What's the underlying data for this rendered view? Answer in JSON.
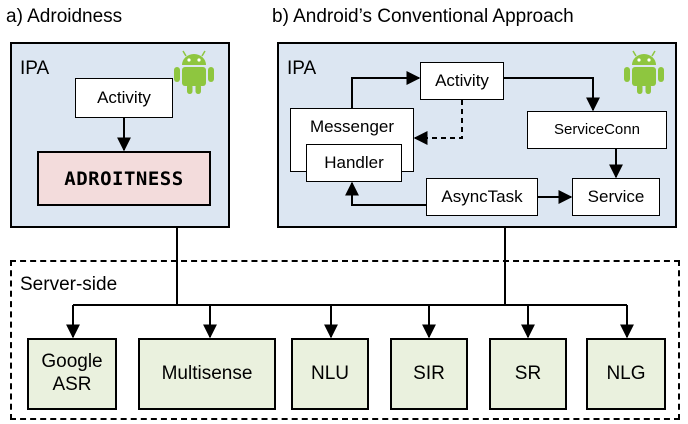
{
  "titles": {
    "a": "a) Adroidness",
    "b": "b) Android’s Conventional Approach"
  },
  "left_panel": {
    "label": "IPA",
    "activity": "Activity",
    "adroitness": "ADROITNESS",
    "icon": "android-robot-icon"
  },
  "right_panel": {
    "label": "IPA",
    "activity": "Activity",
    "messenger": "Messenger",
    "handler": "Handler",
    "service_conn": "ServiceConn",
    "async_task": "AsyncTask",
    "service": "Service",
    "icon": "android-robot-icon"
  },
  "server": {
    "label": "Server-side",
    "services": [
      "Google ASR",
      "Multisense",
      "NLU",
      "SIR",
      "SR",
      "NLG"
    ]
  },
  "colors": {
    "panel_fill": "#dce6f2",
    "adroitness_fill": "#f3dcdc",
    "service_fill": "#eaf1de",
    "android_green": "#8ec63f"
  }
}
